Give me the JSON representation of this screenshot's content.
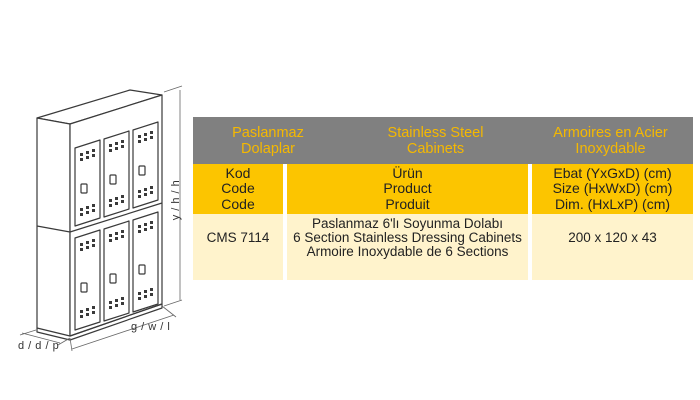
{
  "dimensions": {
    "height_label": "y / h / h",
    "width_label": "g / w / l",
    "depth_label": "d / d / p"
  },
  "table": {
    "header": [
      {
        "line1": "Paslanmaz",
        "line2": "Dolaplar"
      },
      {
        "line1": "Stainless Steel",
        "line2": "Cabinets"
      },
      {
        "line1": "Armoires en Acier",
        "line2": "Inoxydable"
      }
    ],
    "labels": {
      "code": [
        "Kod",
        "Code",
        "Code"
      ],
      "product": [
        "Ürün",
        "Product",
        "Produit"
      ],
      "size": [
        "Ebat (YxGxD) (cm)",
        "Size (HxWxD) (cm)",
        "Dim. (HxLxP) (cm)"
      ]
    },
    "rows": [
      {
        "code": "CMS 7114",
        "product": [
          "Paslanmaz 6'lı Soyunma Dolabı",
          "6 Section Stainless Dressing Cabinets",
          "Armoire Inoxydable de 6 Sections"
        ],
        "size": "200 x 120 x 43"
      }
    ]
  },
  "colors": {
    "header_bg": "#808080",
    "header_text": "#f5b800",
    "label_bg": "#fcc500",
    "row_bg": "#fff3cc"
  }
}
